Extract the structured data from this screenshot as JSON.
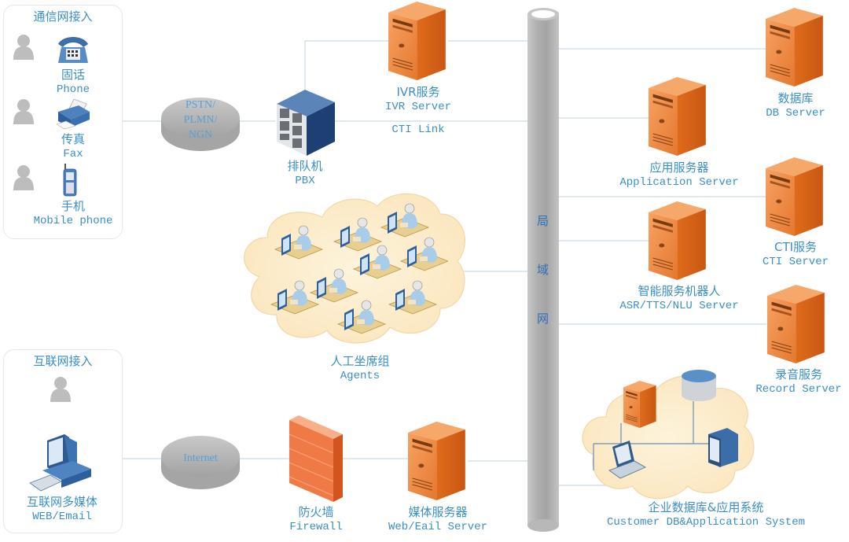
{
  "diagram": {
    "telecom_panel": {
      "title": "通信网接入",
      "devices": [
        {
          "zh": "固话",
          "en": "Phone",
          "icon": "desk-phone-icon"
        },
        {
          "zh": "传真",
          "en": "Fax",
          "icon": "fax-icon"
        },
        {
          "zh": "手机",
          "en": "Mobile phone",
          "icon": "mobile-phone-icon"
        }
      ]
    },
    "internet_panel": {
      "title": "互联网接入",
      "device": {
        "zh": "互联网多媒体",
        "en": "WEB/Email",
        "icon": "desktop-computer-icon"
      }
    },
    "networks": {
      "pstn": [
        "PSTN/",
        "PLMN/",
        "NGN"
      ],
      "internet": "Internet"
    },
    "pbx": {
      "zh": "排队机",
      "en": "PBX"
    },
    "ivr": {
      "zh": "IVR服务",
      "en": "IVR Server"
    },
    "cti_link": "CTI Link",
    "agents": {
      "zh": "人工坐席组",
      "en": "Agents",
      "count": 9
    },
    "firewall": {
      "zh": "防火墙",
      "en": "Firewall"
    },
    "media_server": {
      "zh": "媒体服务器",
      "en": "Web/Eail Server"
    },
    "lan": {
      "chars": [
        "局",
        "域",
        "网"
      ]
    },
    "servers": {
      "db": {
        "zh": "数据库",
        "en": "DB Server"
      },
      "app": {
        "zh": "应用服务器",
        "en": "Application Server"
      },
      "cti": {
        "zh": "CTI服务",
        "en": "CTI Server"
      },
      "asr": {
        "zh": "智能服务机器人",
        "en": "ASR/TTS/NLU Server"
      },
      "record": {
        "zh": "录音服务",
        "en": "Record Server"
      }
    },
    "customer_system": {
      "zh": "企业数据库&应用系统",
      "en": "Customer DB&Application System"
    },
    "colors": {
      "label": "#3a8fc6",
      "server_orange": "#e8772e",
      "wire": "#c9dbe8",
      "lan_pipe": "#b3b3b3",
      "cloud": "#fdf0d3"
    }
  }
}
